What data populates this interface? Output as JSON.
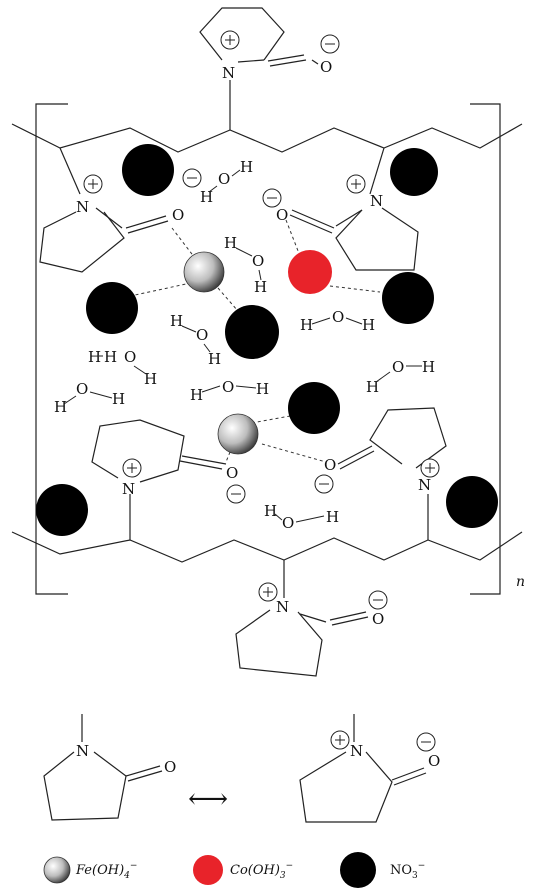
{
  "labels": {
    "nitrogen": "N",
    "oxygen": "O",
    "hydrogen": "H",
    "plus": "+",
    "minus": "−",
    "repeat_unit": "n",
    "resonance_arrow": "⟷"
  },
  "legend": {
    "fe": {
      "formula": "Fe(OH)",
      "sub": "4",
      "sup": "−"
    },
    "co": {
      "formula": "Co(OH)",
      "sub": "3",
      "sup": "−"
    },
    "no3": {
      "formula": "NO",
      "sub": "3",
      "sup": "−"
    }
  },
  "colors": {
    "nitrate": "#000000",
    "cobalt": "#e8232a",
    "iron_light": "#ffffff",
    "iron_dark": "#555555"
  }
}
